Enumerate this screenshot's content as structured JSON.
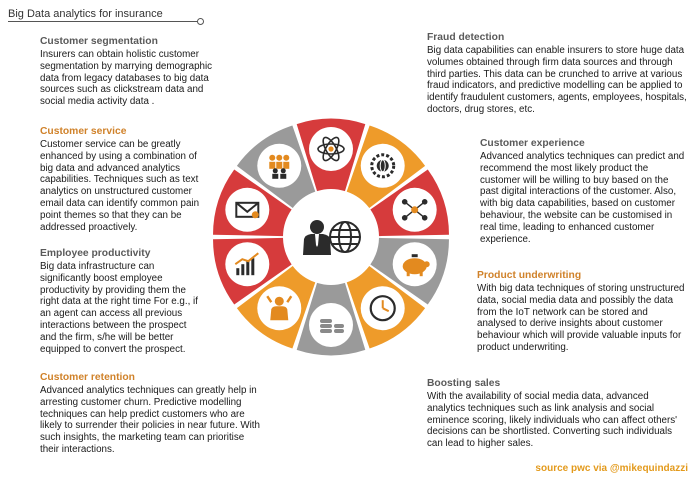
{
  "title": "Big Data analytics for insurance",
  "sections": {
    "segmentation": {
      "heading": "Customer segmentation",
      "body": "Insurers can obtain holistic customer segmentation by marrying demographic data from legacy databases to big data sources such as clickstream data and social media activity data ."
    },
    "service": {
      "heading": "Customer service",
      "body": "Customer service can be greatly enhanced by using a combination of big data and advanced analytics capabilities. Techniques such as text analytics on unstructured customer email data can identify common pain point themes so that they can be addressed proactively."
    },
    "productivity": {
      "heading": "Employee productivity",
      "body": "Big data infrastructure can significantly boost employee productivity by providing them the right data at the right time For e.g., if an agent can access all previous interactions between the prospect and the firm, s/he will be better equipped to convert the prospect."
    },
    "retention": {
      "heading": "Customer retention",
      "body": "Advanced analytics techniques can greatly help in arresting customer churn. Predictive modelling techniques can help predict customers who are likely to surrender their policies in near future. With such insights, the marketing team can prioritise their interactions."
    },
    "fraud": {
      "heading": "Fraud detection",
      "body": "Big data capabilities can enable insurers to store huge data volumes obtained through firm data sources and through third parties. This data can be crunched to arrive at various fraud indicators, and predictive modelling can be applied to identify fraudulent customers, agents, employees, hospitals, doctors, drug stores, etc."
    },
    "experience": {
      "heading": "Customer experience",
      "body": "Advanced analytics techniques can predict and recommend the most likely product the customer will be willing to buy based on the past digital interactions of the customer. Also, with big data capabilities, based on customer behaviour, the website can be customised in real time, leading to enhanced customer experience."
    },
    "underwriting": {
      "heading": "Product underwriting",
      "body": "With big data techniques of storing unstructured data, social media data and possibly the data from the IoT network can be stored and analysed to derive insights about customer behaviour which will provide valuable inputs for product underwriting."
    },
    "sales": {
      "heading": "Boosting sales",
      "body": "With the availability of social media data, advanced analytics techniques such as link analysis and social eminence scoring, likely individuals who can affect others' decisions can be shortlisted. Converting such individuals can lead to higher sales."
    }
  },
  "source": "source pwc via @mikequindazzi",
  "colors": {
    "red": "#d63b3c",
    "orange": "#ee9b2a",
    "gray": "#9a9a9a",
    "dark": "#2b2b2b",
    "heading_gray": "#5a5a5a",
    "heading_orange": "#d0822a"
  },
  "wheel": {
    "segments": [
      {
        "color": "#d63b3c",
        "icon": "atom-icon"
      },
      {
        "color": "#ee9b2a",
        "icon": "gear-globe-icon"
      },
      {
        "color": "#d63b3c",
        "icon": "network-icon"
      },
      {
        "color": "#9a9a9a",
        "icon": "piggy-bank-icon"
      },
      {
        "color": "#ee9b2a",
        "icon": "clock-icon"
      },
      {
        "color": "#9a9a9a",
        "icon": "coins-icon"
      },
      {
        "color": "#ee9b2a",
        "icon": "employee-icon"
      },
      {
        "color": "#d63b3c",
        "icon": "growth-chart-icon"
      },
      {
        "color": "#d63b3c",
        "icon": "email-icon"
      },
      {
        "color": "#9a9a9a",
        "icon": "people-icon"
      }
    ],
    "center_icons": [
      "businessman-icon",
      "globe-icon"
    ]
  }
}
